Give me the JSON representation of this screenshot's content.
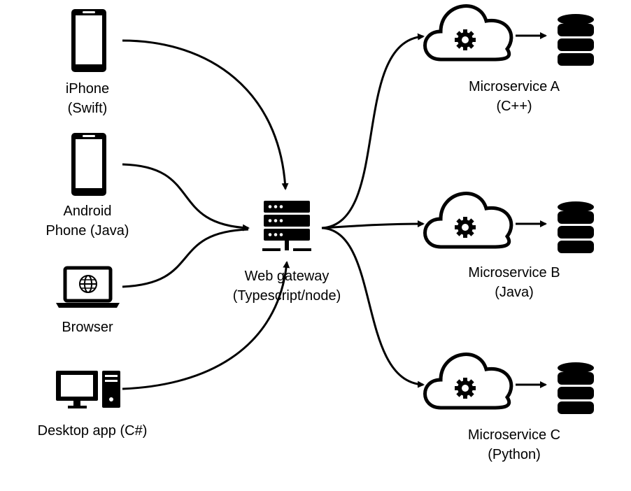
{
  "clients": [
    {
      "id": "iphone",
      "icon": "smartphone-icon",
      "line1": "iPhone",
      "line2": "(Swift)"
    },
    {
      "id": "android",
      "icon": "smartphone-icon",
      "line1": "Android",
      "line2": "Phone (Java)"
    },
    {
      "id": "browser",
      "icon": "laptop-globe-icon",
      "line1": "Browser",
      "line2": ""
    },
    {
      "id": "desktop",
      "icon": "desktop-computer-icon",
      "line1": "Desktop app (C#)",
      "line2": ""
    }
  ],
  "gateway": {
    "icon": "server-stack-icon",
    "line1": "Web gateway",
    "line2": "(Typescript/node)"
  },
  "services": [
    {
      "id": "a",
      "icon": "cloud-gear-icon",
      "db_icon": "database-icon",
      "line1": "Microservice A",
      "line2": "(C++)"
    },
    {
      "id": "b",
      "icon": "cloud-gear-icon",
      "db_icon": "database-icon",
      "line1": "Microservice B",
      "line2": "(Java)"
    },
    {
      "id": "c",
      "icon": "cloud-gear-icon",
      "db_icon": "database-icon",
      "line1": "Microservice C",
      "line2": "(Python)"
    }
  ],
  "colors": {
    "stroke": "#000000",
    "background": "#ffffff"
  }
}
